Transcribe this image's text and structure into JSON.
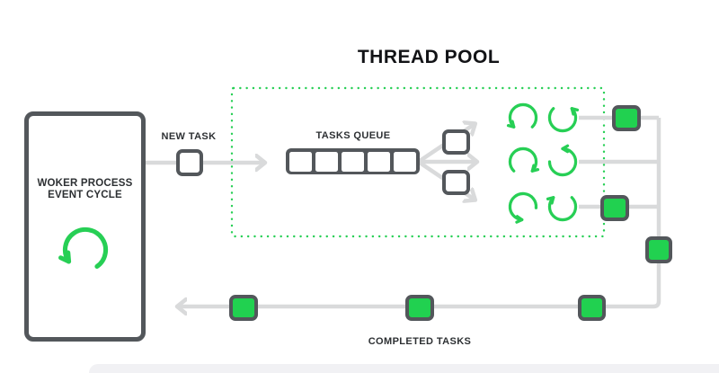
{
  "title": "THREAD POOL",
  "worker_box": {
    "line1": "WOKER PROCESS",
    "line2": "EVENT CYCLE",
    "icon": "refresh-cycle-icon"
  },
  "new_task": {
    "label": "NEW TASK",
    "icon": "task-square"
  },
  "tasks_queue": {
    "label": "TASKS QUEUE",
    "slots": 5
  },
  "thread_pool": {
    "rows": 3,
    "threads_per_row": 2,
    "pending_task_squares": 2,
    "border_style": "dotted",
    "icon": "refresh-cycle-icon"
  },
  "completed": {
    "label": "COMPLETED TASKS",
    "completed_task_squares": 6
  },
  "colors": {
    "green": "#21d150",
    "green_stroke": "#27cf55",
    "dark_gray": "#53575b",
    "light_gray_line": "#d9dadb",
    "title_text": "#121316",
    "label_text": "#2d3033",
    "background": "#ffffff",
    "footer_band": "#f1f1f4"
  }
}
